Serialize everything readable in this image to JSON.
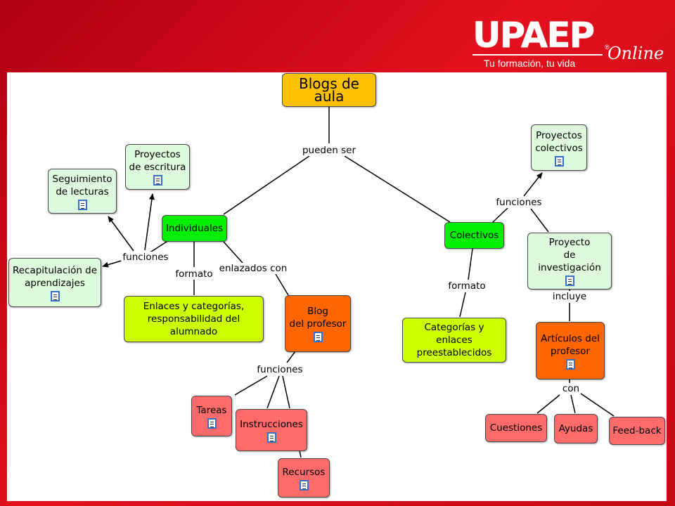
{
  "brand": {
    "name": "UPAEP",
    "registered": "®",
    "suffix": "Online",
    "tagline": "Tu formación, tu vida"
  },
  "nodes": {
    "root": "Blogs de aula",
    "individuales": "Individuales",
    "colectivos": "Colectivos",
    "proyectos_escritura": "Proyectos\nde escritura",
    "seguimiento_lecturas": "Seguimiento\nde  lecturas",
    "recapitulacion": "Recapitulación de\naprendizajes",
    "enlaces_categorias": "Enlaces y categorías,\nresponsabilidad del alumnado",
    "blog_profesor": "Blog\ndel profesor",
    "tareas": "Tareas",
    "instrucciones": "Instrucciones",
    "recursos": "Recursos",
    "proyectos_colectivos": "Proyectos\ncolectivos",
    "proyecto_investigacion": "Proyecto\nde investigación",
    "categorias_enlaces": "Categorías y enlaces\npreestablecidos",
    "articulos_profesor": "Artículos del\nprofesor",
    "cuestiones": "Cuestiones",
    "ayudas": "Ayudas",
    "feedback": "Feed-back"
  },
  "links": {
    "pueden_ser": "pueden ser",
    "funciones_left": "funciones",
    "formato_left": "formato",
    "enlazados_con": "enlazados con",
    "funciones_blog": "funciones",
    "formato_right": "formato",
    "funciones_right": "funciones",
    "incluye": "incluye",
    "con": "con"
  },
  "colors": {
    "background_red": "#e3101d",
    "root": "#ffc000",
    "green": "#00ee00",
    "light_green": "#ddfadd",
    "yellow_green": "#ccff00",
    "orange": "#ff6600",
    "pink": "#ff6b6b"
  }
}
